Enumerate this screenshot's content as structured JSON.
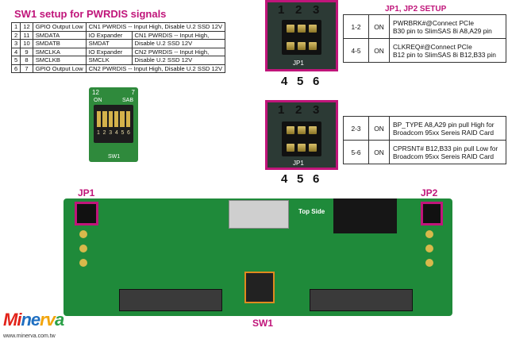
{
  "sw1": {
    "title": "SW1 setup  for PWRDIS signals",
    "rows": [
      [
        "1",
        "12",
        "GPIO Output Low",
        "CN1 PWRDIS -- Input High, Disable U.2 SSD 12V"
      ],
      [
        "2",
        "11",
        "SMDATA",
        "IO Expander",
        "CN1 PWRDIS -- Input High,"
      ],
      [
        "3",
        "10",
        "SMDATB",
        "SMDAT",
        "Disable U.2 SSD 12V"
      ],
      [
        "4",
        "9",
        "SMCLKA",
        "IO Expander",
        "CN2 PWRDIS -- Input High,"
      ],
      [
        "5",
        "8",
        "SMCLKB",
        "SMCLK",
        "Disable U.2 SSD 12V"
      ],
      [
        "6",
        "7",
        "GPIO Output Low",
        "CN2 PWRDIS -- Input High, Disable U.2 SSD 12V"
      ]
    ]
  },
  "jp_setup": {
    "title": "JP1, JP2 SETUP",
    "table1": [
      {
        "pos": "1-2",
        "state": "ON",
        "desc1": "PWRBRK#@Connect PCIe",
        "desc2": "B30 pin to SlimSAS 8i A8,A29 pin"
      },
      {
        "pos": "4-5",
        "state": "ON",
        "desc1": "CLKREQ#@Connect PCIe",
        "desc2": "B12 pin to SlimSAS 8i B12,B33 pin"
      }
    ],
    "table2": [
      {
        "pos": "2-3",
        "state": "ON",
        "desc1": "BP_TYPE A8,A29 pin pull High for",
        "desc2": "Broadcom 95xx Sereis RAID Card"
      },
      {
        "pos": "5-6",
        "state": "ON",
        "desc1": "CPRSNT# B12,B33 pin pull Low for",
        "desc2": "Broadcom 95xx Sereis RAID Card"
      }
    ]
  },
  "jumper_pins": {
    "top": [
      "1",
      "2",
      "3"
    ],
    "bottom": [
      "4",
      "5",
      "6"
    ],
    "label": "JP1"
  },
  "dip": {
    "top_left": "12",
    "top_right": "7",
    "on_label": "ON",
    "brand": "SAB",
    "numbers": [
      "1",
      "2",
      "3",
      "4",
      "5",
      "6"
    ],
    "name": "SW1"
  },
  "board": {
    "jp1_label": "JP1",
    "jp2_label": "JP2",
    "sw1_label": "SW1",
    "top_side": "Top Side"
  },
  "branding": {
    "logo": "Minerva",
    "url": "www.minerva.com.tw"
  },
  "colors": {
    "accent": "#c0157a",
    "pcb": "#1f8a3a",
    "orange": "#e08a1e"
  }
}
